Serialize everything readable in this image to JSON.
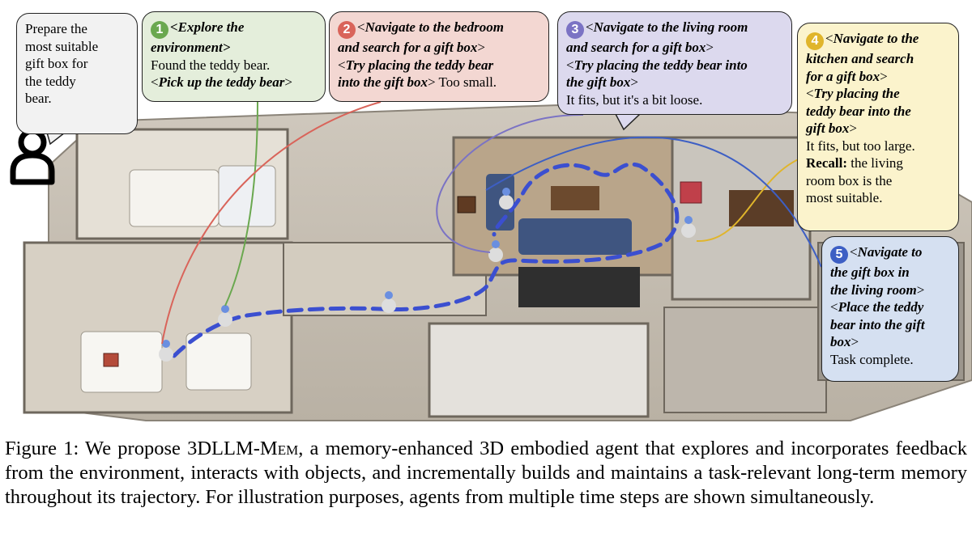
{
  "user_request": [
    "Prepare the",
    "most suitable",
    "gift box for",
    "the teddy",
    "bear."
  ],
  "steps": [
    {
      "num": "1",
      "color": "#6aa84f",
      "lines": [
        {
          "parts": [
            {
              "t": "<Explore the",
              "s": "act"
            }
          ]
        },
        {
          "parts": [
            {
              "t": "environment>",
              "s": "act"
            }
          ]
        },
        {
          "parts": [
            {
              "t": "Found the teddy bear.",
              "s": ""
            }
          ]
        },
        {
          "parts": [
            {
              "t": "<",
              "s": ""
            },
            {
              "t": "Pick up the teddy bear",
              "s": "act"
            },
            {
              "t": ">",
              "s": ""
            }
          ]
        }
      ]
    },
    {
      "num": "2",
      "color": "#d9645a",
      "lines": [
        {
          "parts": [
            {
              "t": "<",
              "s": ""
            },
            {
              "t": "Navigate to the bedroom",
              "s": "act"
            }
          ]
        },
        {
          "parts": [
            {
              "t": "and search for a gift box",
              "s": "act"
            },
            {
              "t": ">",
              "s": ""
            }
          ]
        },
        {
          "parts": [
            {
              "t": "<",
              "s": ""
            },
            {
              "t": "Try placing the teddy bear",
              "s": "act"
            }
          ]
        },
        {
          "parts": [
            {
              "t": "into the gift box",
              "s": "act"
            },
            {
              "t": "> Too small.",
              "s": ""
            }
          ]
        }
      ]
    },
    {
      "num": "3",
      "color": "#7b73c4",
      "lines": [
        {
          "parts": [
            {
              "t": "<",
              "s": ""
            },
            {
              "t": "Navigate to the living room",
              "s": "act"
            }
          ]
        },
        {
          "parts": [
            {
              "t": "and search for a gift box",
              "s": "act"
            },
            {
              "t": ">",
              "s": ""
            }
          ]
        },
        {
          "parts": [
            {
              "t": "<",
              "s": ""
            },
            {
              "t": "Try placing the teddy bear into",
              "s": "act"
            }
          ]
        },
        {
          "parts": [
            {
              "t": "the gift box",
              "s": "act"
            },
            {
              "t": ">",
              "s": ""
            }
          ]
        },
        {
          "parts": [
            {
              "t": "It fits, but it's a bit loose.",
              "s": ""
            }
          ]
        }
      ]
    },
    {
      "num": "4",
      "color": "#e0b52b",
      "lines": [
        {
          "parts": [
            {
              "t": "<",
              "s": ""
            },
            {
              "t": "Navigate to the",
              "s": "act"
            }
          ]
        },
        {
          "parts": [
            {
              "t": "kitchen and search",
              "s": "act"
            }
          ]
        },
        {
          "parts": [
            {
              "t": "for a gift box",
              "s": "act"
            },
            {
              "t": ">",
              "s": ""
            }
          ]
        },
        {
          "parts": [
            {
              "t": "<",
              "s": ""
            },
            {
              "t": "Try placing the",
              "s": "act"
            }
          ]
        },
        {
          "parts": [
            {
              "t": "teddy bear into the",
              "s": "act"
            }
          ]
        },
        {
          "parts": [
            {
              "t": "gift box",
              "s": "act"
            },
            {
              "t": ">",
              "s": ""
            }
          ]
        },
        {
          "parts": [
            {
              "t": "It fits, but too large.",
              "s": ""
            }
          ]
        },
        {
          "parts": [
            {
              "t": "Recall:",
              "s": "recall-label"
            },
            {
              "t": " the living",
              "s": ""
            }
          ]
        },
        {
          "parts": [
            {
              "t": "room box is the",
              "s": ""
            }
          ]
        },
        {
          "parts": [
            {
              "t": "most suitable.",
              "s": ""
            }
          ]
        }
      ]
    },
    {
      "num": "5",
      "color": "#3d5fc4",
      "lines": [
        {
          "parts": [
            {
              "t": "<",
              "s": ""
            },
            {
              "t": "Navigate to",
              "s": "act"
            }
          ]
        },
        {
          "parts": [
            {
              "t": "the gift box in",
              "s": "act"
            }
          ]
        },
        {
          "parts": [
            {
              "t": "the living room",
              "s": "act"
            },
            {
              "t": ">",
              "s": ""
            }
          ]
        },
        {
          "parts": [
            {
              "t": "<",
              "s": ""
            },
            {
              "t": "Place the teddy",
              "s": "act"
            }
          ]
        },
        {
          "parts": [
            {
              "t": "bear into the gift",
              "s": "act"
            }
          ]
        },
        {
          "parts": [
            {
              "t": "box",
              "s": "act"
            },
            {
              "t": ">",
              "s": ""
            }
          ]
        },
        {
          "parts": [
            {
              "t": "Task complete.",
              "s": ""
            }
          ]
        }
      ]
    }
  ],
  "caption": {
    "label": "Figure 1:",
    "pre": " We propose 3DLLM-M",
    "smallcaps": "em",
    "post": ", a memory-enhanced 3D embodied agent that explores and incorporates feedback from the environment, interacts with objects, and incrementally builds and maintains a task-relevant long-term memory throughout its trajectory.  For illustration purposes, agents from multiple time steps are shown simultaneously."
  },
  "colors": {
    "trajectory": "#3b4fd0",
    "user_bubble": "#f2f2f2"
  }
}
